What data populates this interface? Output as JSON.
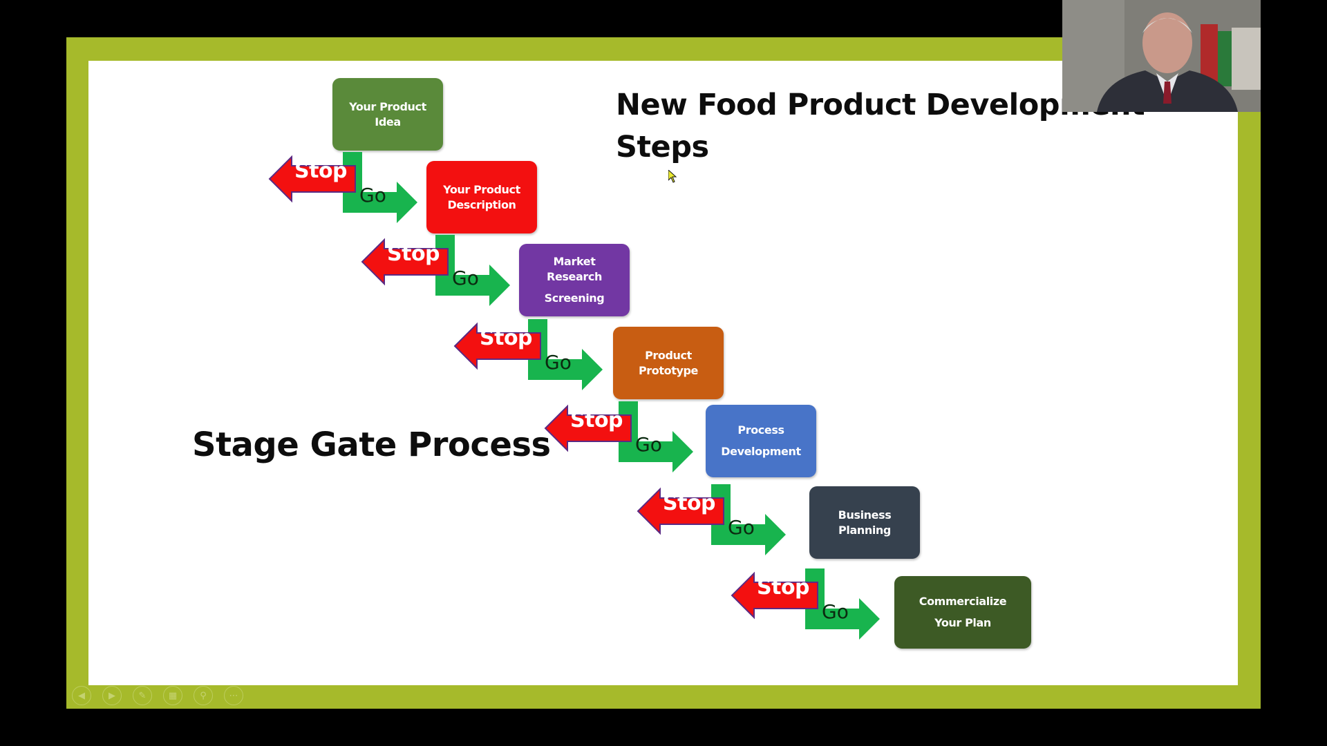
{
  "slide": {
    "title": "New Food Product Development\nSteps",
    "stage_label": "Stage Gate Process"
  },
  "steps": [
    {
      "line1": "Your Product",
      "line2": "Idea",
      "color": "#5a8a3a"
    },
    {
      "line1": "Your Product",
      "line2": "Description",
      "color": "#f31010"
    },
    {
      "line1": "Market",
      "line2": "Research",
      "line3": "Screening",
      "color": "#7237a3"
    },
    {
      "line1": "Product",
      "line2": "Prototype",
      "color": "#c85d12"
    },
    {
      "line1": "Process",
      "line2": "Development",
      "color": "#4874c8"
    },
    {
      "line1": "Business",
      "line2": "Planning",
      "color": "#36414e"
    },
    {
      "line1": "Commercialize",
      "line2": "Your Plan",
      "color": "#3d5a25"
    }
  ],
  "gates": {
    "stop_label": "Stop",
    "go_label": "Go",
    "stop_color": "#f31010",
    "go_color": "#18b44e"
  },
  "presentation_controls": {
    "icons": [
      "previous-icon",
      "next-icon",
      "pen-icon",
      "slides-icon",
      "zoom-icon",
      "more-icon"
    ],
    "more_label": "⋯"
  },
  "webcam": {
    "description": "presenter video"
  }
}
